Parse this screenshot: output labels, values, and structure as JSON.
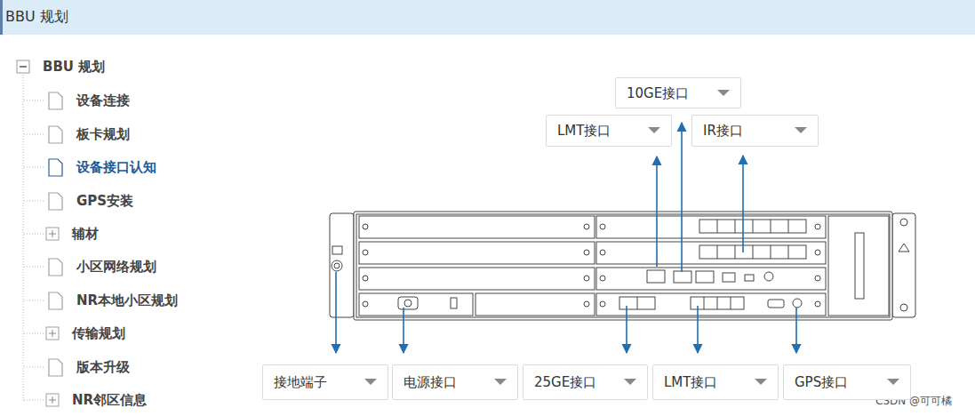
{
  "diagram": {
    "title": "BBU 规划",
    "nodes": [
      {
        "text": [
          "10GE接口"
        ]
      },
      {
        "text": [
          "LMT接口"
        ]
      },
      {
        "text": [
          "IR接口"
        ]
      },
      {
        "text": [
          "接地端子"
        ]
      },
      {
        "text": [
          "电源接口"
        ]
      },
      {
        "text": [
          "25GE接口"
        ]
      },
      {
        "text": [
          "LMT接口"
        ]
      },
      {
        "text": [
          "GPS接口"
        ]
      }
    ],
    "labels": [
      "BBU 规划",
      "设备连接",
      "板卡规划",
      "设备接口认知",
      "GPS安装",
      "辅材",
      "小区网络规划",
      "NR本地小区规划",
      "传输规划",
      "版本升级",
      "NR邻区信息",
      "CSDN @可可橘"
    ]
  }
}
